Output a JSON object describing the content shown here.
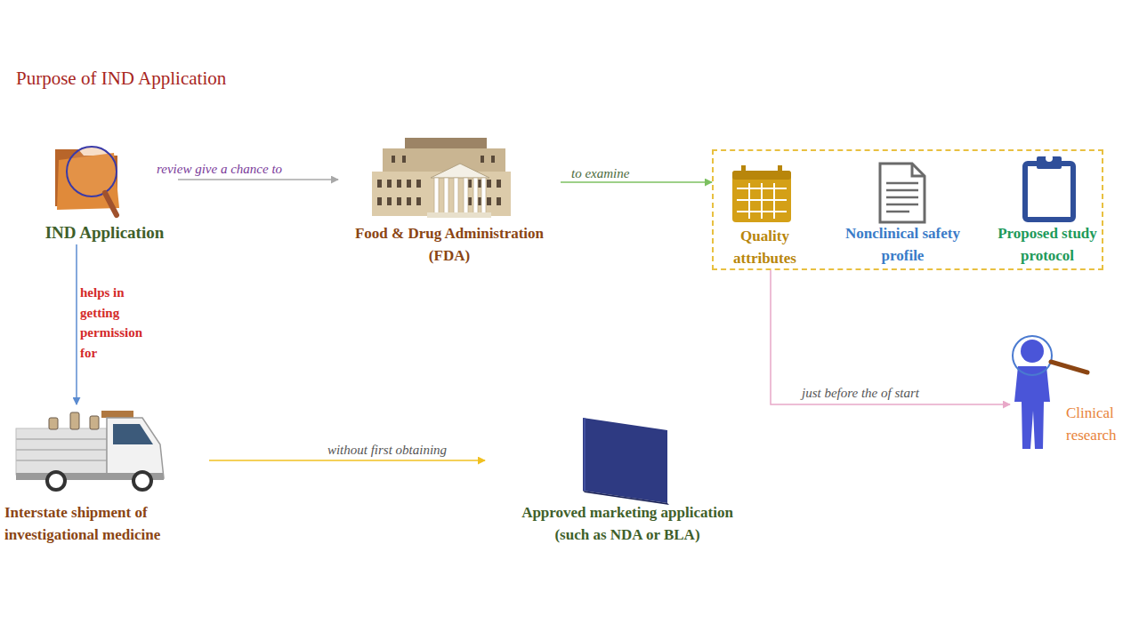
{
  "diagram": {
    "title": "Purpose of IND Application",
    "nodes": [
      {
        "text": [
          "IND Application"
        ]
      },
      {
        "text": [
          "Food & Drug Administration (FDA)"
        ]
      },
      {
        "text": []
      },
      {
        "text": [
          "Quality attributes"
        ],
        "in": 2
      },
      {
        "text": [
          "Nonclinical safety profile"
        ],
        "in": 2
      },
      {
        "text": [
          "Proposed study protocol"
        ],
        "in": 2
      },
      {
        "text": [
          "Clinical research"
        ]
      },
      {
        "text": [
          "Interstate shipment of investigational medicine"
        ]
      },
      {
        "text": [
          "Approved marketing application (such as NDA or BLA)"
        ]
      }
    ],
    "edges": [
      {
        "from": 0,
        "to": 1,
        "label": "review give a chance to",
        "arrow": "to"
      },
      {
        "from": 1,
        "to": 2,
        "label": "to examine",
        "arrow": "to"
      },
      {
        "from": 2,
        "to": 6,
        "label": "just before the of start",
        "arrow": "to"
      },
      {
        "from": 0,
        "to": 7,
        "label": "helps in getting permission for",
        "arrow": "to"
      },
      {
        "from": 7,
        "to": 8,
        "label": "without first obtaining",
        "arrow": "to"
      }
    ]
  }
}
